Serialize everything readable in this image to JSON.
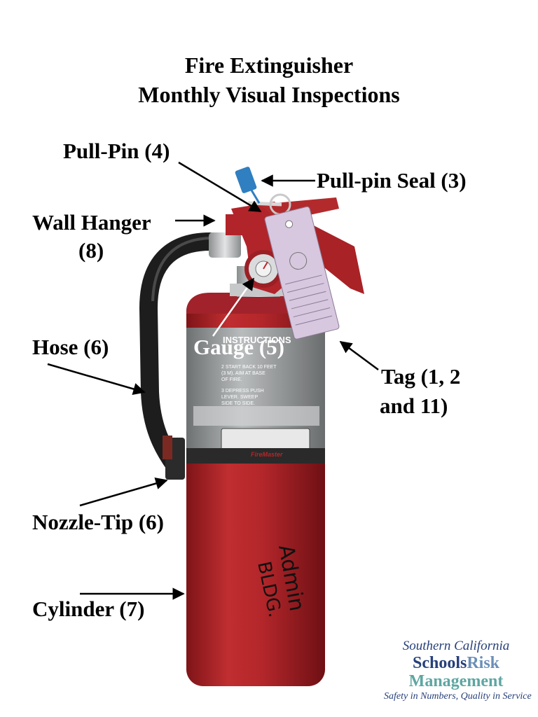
{
  "title": {
    "line1": "Fire Extinguisher",
    "line2": "Monthly Visual Inspections"
  },
  "labels": {
    "pull_pin": "Pull-Pin (4)",
    "pull_pin_seal": "Pull-pin Seal (3)",
    "wall_hanger_1": "Wall Hanger",
    "wall_hanger_2": "(8)",
    "hose": "Hose (6)",
    "gauge": "Gauge (5)",
    "tag_1": "Tag (1, 2",
    "tag_2": "and 11)",
    "nozzle_tip": "Nozzle-Tip (6)",
    "cylinder": "Cylinder (7)"
  },
  "extinguisher": {
    "panel_heading": "INSTRUCTIONS",
    "step2": "2 START BACK 10 FEET",
    "step2b": "(3 M). AIM AT BASE",
    "step2c": "OF FIRE.",
    "step3": "3 DEPRESS PUSH",
    "step3b": "LEVER. SWEEP",
    "step3c": "SIDE TO SIDE.",
    "brand": "FireMaster",
    "handwriting_1": "Admin",
    "handwriting_2": "BLDG."
  },
  "logo": {
    "line1": "Southern California",
    "line2a": "Schools",
    "line2b": "Risk",
    "line3": "Management",
    "line4": "Safety in Numbers, Quality in Service"
  },
  "colors": {
    "cylinder_red": "#b3262a",
    "label_silver": "#9a9d9e",
    "hose_black": "#1d1d1d"
  }
}
